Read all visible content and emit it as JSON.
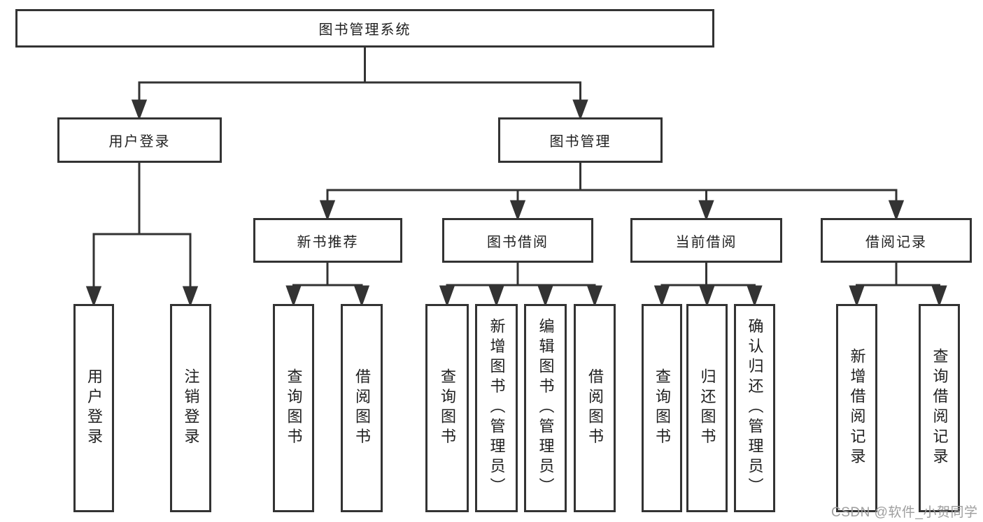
{
  "diagram": {
    "root": {
      "label": "图书管理系统"
    },
    "branches": [
      {
        "label": "用户登录",
        "children": [
          {
            "label": "用户登录"
          },
          {
            "label": "注销登录"
          }
        ]
      },
      {
        "label": "图书管理",
        "children": [
          {
            "label": "新书推荐",
            "children": [
              {
                "label": "查询图书"
              },
              {
                "label": "借阅图书"
              }
            ]
          },
          {
            "label": "图书借阅",
            "children": [
              {
                "label": "查询图书"
              },
              {
                "label": "新增图书（管理员）"
              },
              {
                "label": "编辑图书（管理员）"
              },
              {
                "label": "借阅图书"
              }
            ]
          },
          {
            "label": "当前借阅",
            "children": [
              {
                "label": "查询图书"
              },
              {
                "label": "归还图书"
              },
              {
                "label": "确认归还（管理员）"
              }
            ]
          },
          {
            "label": "借阅记录",
            "children": [
              {
                "label": "新增借阅记录"
              },
              {
                "label": "查询借阅记录"
              }
            ]
          }
        ]
      }
    ]
  },
  "watermark": {
    "text": "CSDN @软件_小贺同学"
  },
  "colors": {
    "line": "#333333",
    "box_border": "#333333",
    "text": "#1f1f1f",
    "watermark_text": "#9e9e9e",
    "background": "#ffffff"
  }
}
